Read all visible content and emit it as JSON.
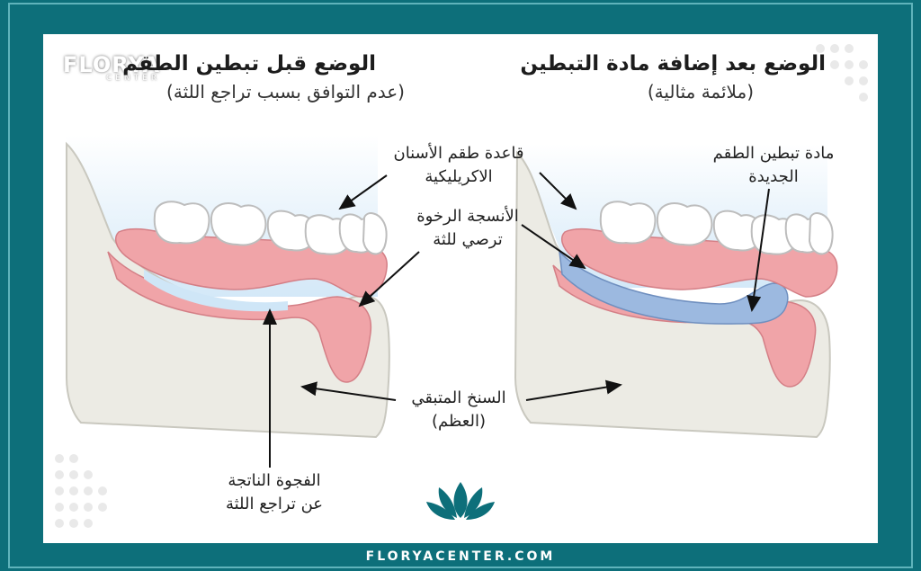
{
  "left_panel": {
    "title": "الوضع قبل تبطين الطقم",
    "subtitle": "(عدم التوافق بسبب تراجع اللثة)"
  },
  "right_panel": {
    "title": "الوضع بعد إضافة مادة التبطين",
    "subtitle": "(ملائمة مثالية)"
  },
  "labels": {
    "acrylic_base_line1": "قاعدة طقم الأسنان",
    "acrylic_base_line2": "الاكريليكية",
    "soft_tissue_line1": "الأنسجة الرخوة",
    "soft_tissue_line2": "ترصي للثة",
    "new_liner_line1": "مادة تبطين الطقم",
    "new_liner_line2": "الجديدة",
    "ridge_line1": "السنخ المتبقي",
    "ridge_line2": "(العظم)",
    "gap_line1": "الفجوة الناتجة",
    "gap_line2": "عن تراجع اللثة"
  },
  "brand": {
    "logo_name": "FLORYA",
    "logo_sub": "CENTER",
    "footer": "FLORYACENTER.COM"
  },
  "colors": {
    "frame": "#0d6f7a",
    "panel": "#ffffff",
    "bone": "#ecebe4",
    "gum": "#f0a4a8",
    "gum_dark": "#e48d93",
    "liner": "#9cb9e0",
    "teeth": "#ffffff",
    "sky": "#cfe6f7"
  }
}
